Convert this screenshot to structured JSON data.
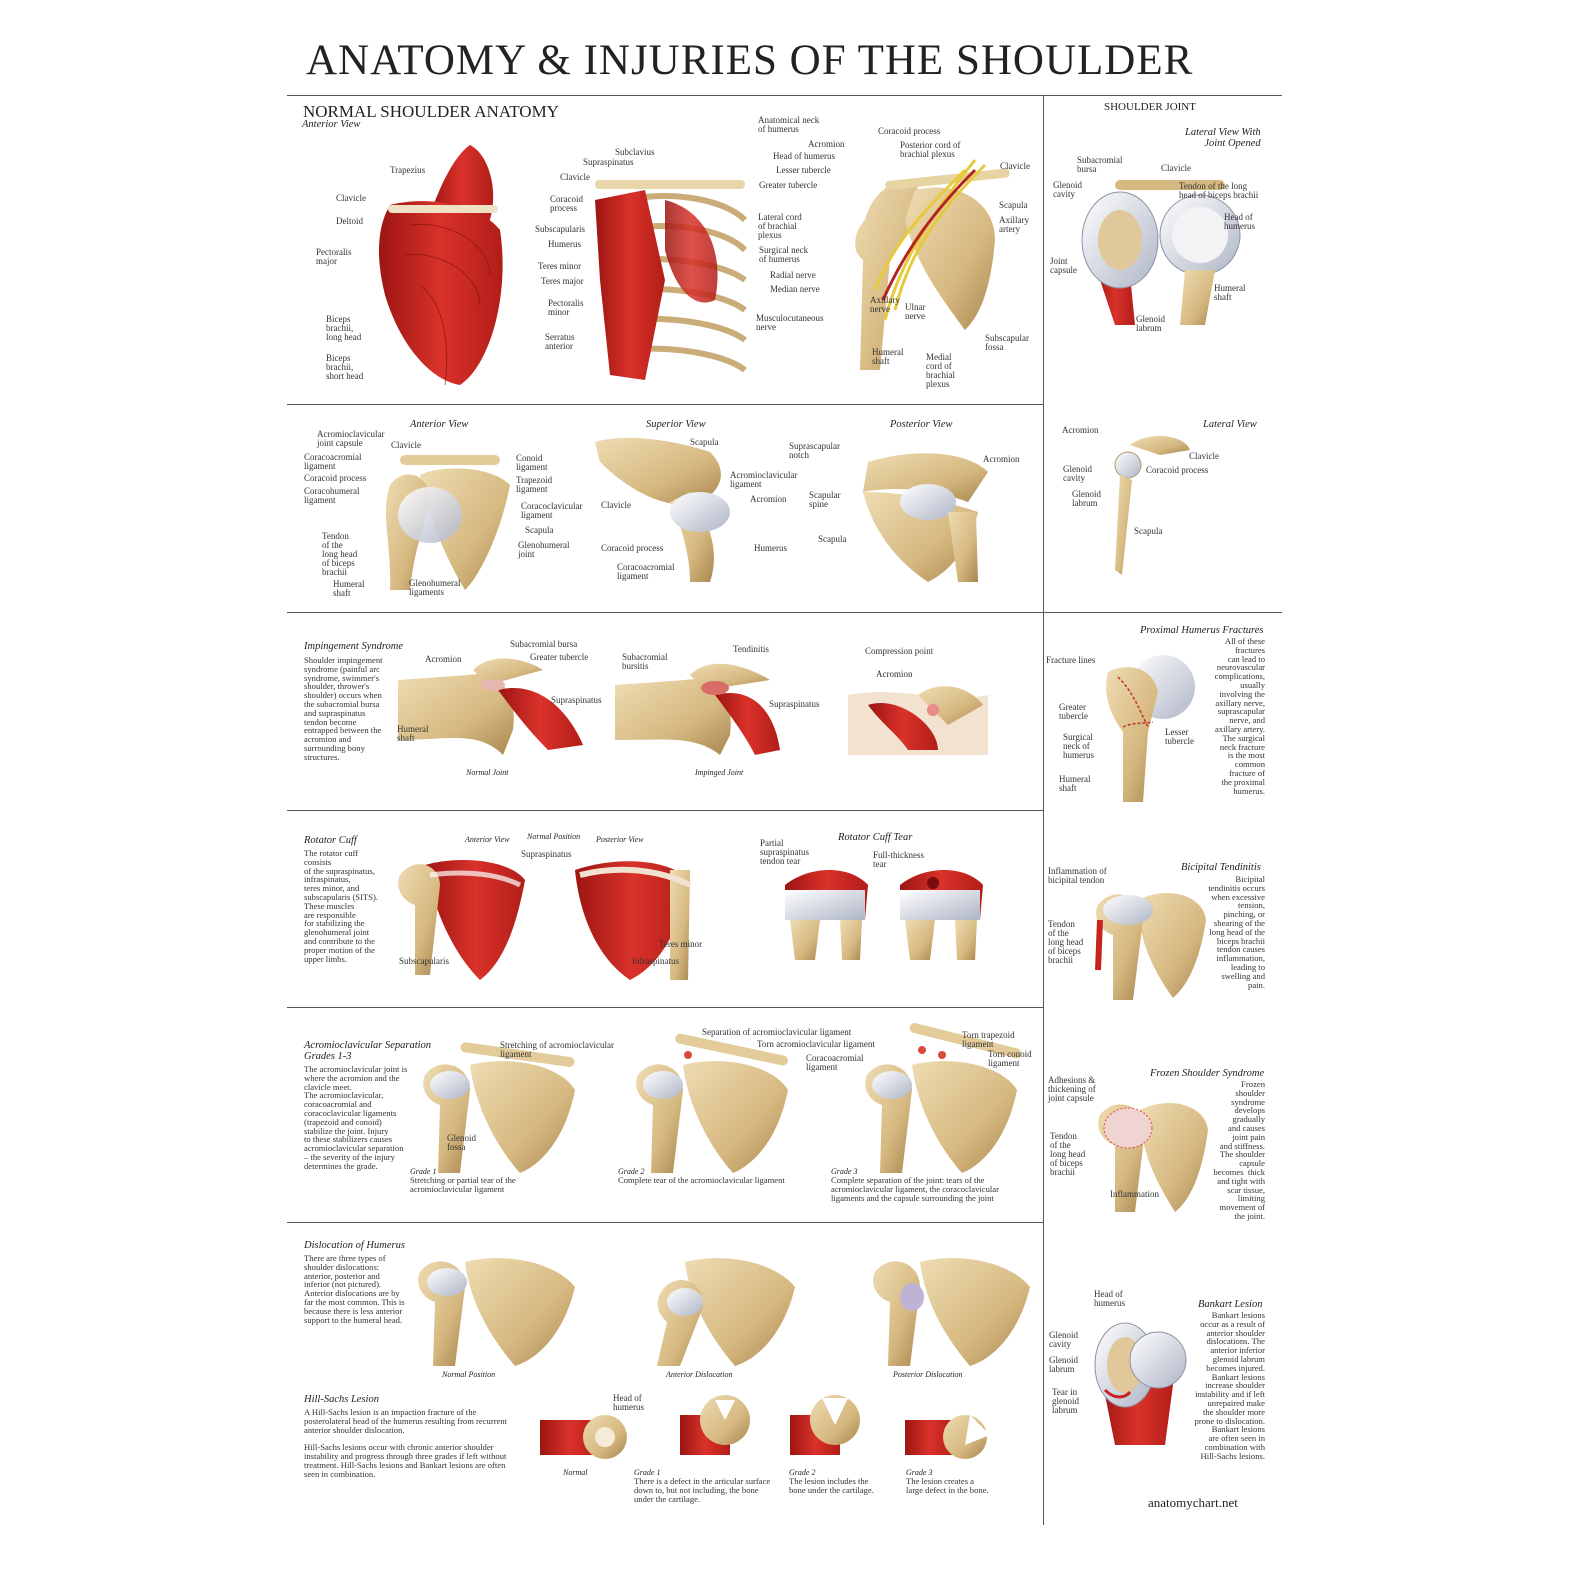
{
  "title": "ANATOMY & INJURIES OF THE SHOULDER",
  "colors": {
    "muscle": "#c8231f",
    "muscle_light": "#e65d4f",
    "bone": "#d9c08e",
    "bone_dark": "#b99a62",
    "cartilage": "#d8dce6",
    "nerve": "#e7c93c",
    "rule": "#555555"
  },
  "sections": {
    "normal_anatomy": {
      "title": "NORMAL SHOULDER ANATOMY",
      "view": "Anterior View",
      "muscles_left": [
        "Trapezius",
        "Clavicle",
        "Deltoid",
        "Pectoralis\nmajor",
        "Biceps\nbrachii,\nlong head",
        "Biceps\nbrachii,\nshort head"
      ],
      "muscles_mid": [
        "Subclavius",
        "Supraspinatus",
        "Clavicle",
        "Coracoid\nprocess",
        "Subscapularis",
        "Humerus",
        "Teres minor",
        "Teres major",
        "Pectoralis\nminor",
        "Serratus\nanterior"
      ],
      "nerves_left": [
        "Anatomical neck\nof humerus",
        "Acromion",
        "Head of humerus",
        "Lesser tubercle",
        "Greater tubercle",
        "Lateral cord\nof brachial\nplexus",
        "Surgical neck\nof humerus",
        "Radial nerve",
        "Median nerve",
        "Musculocutaneous\nnerve"
      ],
      "nerves_right": [
        "Coracoid process",
        "Posterior cord of\nbrachial plexus",
        "Clavicle",
        "Scapula",
        "Axillary\nartery",
        "Axillary\nnerve",
        "Ulnar\nnerve",
        "Humeral\nshaft",
        "Medial\ncord of\nbrachial\nplexus",
        "Subscapular\nfossa"
      ]
    },
    "shoulder_joint": {
      "title": "SHOULDER JOINT",
      "view": "Lateral View With\nJoint Opened",
      "labels": [
        "Subacromial\nbursa",
        "Clavicle",
        "Glenoid\ncavity",
        "Tendon of the long\nhead of biceps brachii",
        "Head of\nhumerus",
        "Joint\ncapsule",
        "Humeral\nshaft",
        "Glenoid\nlabrum"
      ]
    },
    "ligaments": {
      "anterior": {
        "view": "Anterior View",
        "labels": [
          "Acromioclavicular\njoint capsule",
          "Clavicle",
          "Coracoacromial\nligament",
          "Coracoid process",
          "Coracohumeral\nligament",
          "Conoid\nligament",
          "Trapezoid\nligament",
          "Coracoclavicular\nligament",
          "Scapula",
          "Tendon\nof the\nlong head\nof biceps\nbrachii",
          "Glenohumeral\njoint",
          "Humeral\nshaft",
          "Glenohumeral\nligaments"
        ]
      },
      "superior": {
        "view": "Superior View",
        "labels": [
          "Scapula",
          "Acromioclavicular\nligament",
          "Acromion",
          "Clavicle",
          "Coracoid process",
          "Humerus",
          "Coracoacromial\nligament"
        ]
      },
      "posterior": {
        "view": "Posterior View",
        "labels": [
          "Suprascapular\nnotch",
          "Acromion",
          "Scapular\nspine",
          "Scapula"
        ]
      },
      "lateral": {
        "view": "Lateral View",
        "labels": [
          "Acromion",
          "Clavicle",
          "Glenoid\ncavity",
          "Coracoid process",
          "Glenoid\nlabrum",
          "Scapula"
        ]
      }
    },
    "impingement": {
      "heading": "Impingement Syndrome",
      "text": "Shoulder impingement\nsyndrome (painful arc\nsyndrome, swimmer's\nshoulder, thrower's\nshoulder) occurs when\nthe subacromial bursa\nand supraspinatus\ntendon become\nentrapped between the\nacromion and\nsurrounding bony\nstructures.",
      "labels": [
        "Acromion",
        "Subacromial bursa",
        "Greater tubercle",
        "Supraspinatus",
        "Humeral\nshaft",
        "Subacromial\nbursitis",
        "Tendinitis",
        "Supraspinatus",
        "Compression point",
        "Acromion"
      ],
      "captions": [
        "Normal Joint",
        "Impinged Joint"
      ]
    },
    "proximal_fractures": {
      "heading": "Proximal Humerus Fractures",
      "text": "All of these\nfractures\ncan lead to\nneurovascular\ncomplications,\nusually\ninvolving the\naxillary nerve,\nsuprascapular\nnerve, and\naxillary artery.\nThe surgical\nneck fracture\nis the most\ncommon\nfracture of\nthe proximal\nhumerus.",
      "labels": [
        "Fracture lines",
        "Greater\ntubercle",
        "Surgical\nneck of\nhumerus",
        "Lesser\ntubercle",
        "Humeral\nshaft"
      ]
    },
    "rotator_cuff": {
      "heading": "Rotator Cuff",
      "text": "The rotator cuff\nconsists\nof the supraspinatus,\ninfraspinatus,\nteres minor, and\nsubscapularis (SITS).\nThese muscles\nare responsible\nfor stabilizing the\nglenohumeral joint\nand contribute to the\nproper motion of the\nupper limbs.",
      "views": [
        "Anterior View",
        "Normal Position",
        "Posterior View"
      ],
      "labels": [
        "Supraspinatus",
        "Subscapularis",
        "Teres minor",
        "Infraspinatus"
      ],
      "tear_heading": "Rotator Cuff Tear",
      "tear_labels": [
        "Partial\nsupraspinatus\ntendon tear",
        "Full-thickness\ntear"
      ]
    },
    "bicipital": {
      "heading": "Bicipital Tendinitis",
      "text": "Bicipital\ntendinitis occurs\nwhen excessive\ntension,\npinching, or\nshearing of the\nlong head of the\nbiceps brachii\ntendon causes\ninflammation,\nleading to\nswelling and\npain.",
      "labels": [
        "Inflammation of\nbicipital tendon",
        "Tendon\nof the\nlong head\nof biceps\nbrachii"
      ]
    },
    "ac_separation": {
      "heading": "Acromioclavicular Separation\nGrades 1-3",
      "text": "The acromioclavicular joint is\nwhere the acromion and the\nclavicle meet.\nThe acromioclavicular,\ncoracoacromial and\ncoracoclavicular ligaments\n(trapezoid and conoid)\nstabilize the joint. Injury\nto these stabilizers causes\nacromioclavicular separation\n– the severity of the injury\ndetermines the grade.",
      "labels": [
        "Stretching of acromioclavicular\nligament",
        "Glenoid\nfossa",
        "Separation of acromioclavicular ligament",
        "Torn acromioclavicular ligament",
        "Coracoacromial\nligament",
        "Torn trapezoid\nligament",
        "Torn conoid\nligament"
      ],
      "grades": [
        {
          "name": "Grade 1",
          "desc": "Stretching or partial tear of the\nacromioclavicular ligament"
        },
        {
          "name": "Grade 2",
          "desc": "Complete tear of the acromioclavicular ligament"
        },
        {
          "name": "Grade 3",
          "desc": "Complete separation of the joint: tears of the\nacromioclavicular ligament, the coracoclavicular\nligaments and the capsule surrounding the joint"
        }
      ]
    },
    "frozen": {
      "heading": "Frozen Shoulder Syndrome",
      "text": "Frozen\nshoulder\nsyndrome\ndevelops\ngradually\nand causes\njoint pain\nand stiffness.\nThe shoulder\ncapsule\nbecomes  thick\nand tight with\nscar tissue,\nlimiting\nmovement of\nthe joint.",
      "labels": [
        "Adhesions &\nthickening of\njoint capsule",
        "Tendon\nof the\nlong head\nof biceps\nbrachii",
        "Inflammation"
      ]
    },
    "dislocation": {
      "heading": "Dislocation of Humerus",
      "text": "There are three types of\nshoulder dislocations:\nanterior, posterior and\ninferior (not pictured).\nAnterior dislocations are by\nfar the most common. This is\nbecause there is less anterior\nsupport to the humeral head.",
      "captions": [
        "Normal Position",
        "Anterior Dislocation",
        "Posterior Dislocation"
      ]
    },
    "hill_sachs": {
      "heading": "Hill-Sachs Lesion",
      "text": "A Hill-Sachs lesion is an impaction fracture of the\nposterolateral head of the humerus resulting from recurrent\nanterior shoulder dislocation.\n\nHill-Sachs lesions occur with chronic anterior shoulder\ninstability and progress through three grades if left without\ntreatment. Hill-Sachs lesions and Bankart lesions are often\nseen in combination.",
      "label": "Head of\nhumerus",
      "normal": "Normal",
      "grades": [
        {
          "name": "Grade 1",
          "desc": "There is a defect in the articular surface\ndown to, but not including, the bone\nunder the cartilage."
        },
        {
          "name": "Grade 2",
          "desc": "The lesion includes the\nbone under the cartilage."
        },
        {
          "name": "Grade 3",
          "desc": "The lesion creates a\nlarge defect in the bone."
        }
      ]
    },
    "bankart": {
      "heading": "Bankart Lesion",
      "text": "Bankart lesions\noccur as a result of\nanterior shoulder\ndislocations. The\nanterior inferior\nglenoid labrum\nbecomes injured.\nBankart lesions\nincrease shoulder\ninstability and if left\nunrepaired make\nthe shoulder more\nprone to dislocation.\nBankart lesions\nare often seen in\ncombination with\nHill-Sachs lesions.",
      "labels": [
        "Head of\nhumerus",
        "Glenoid\ncavity",
        "Glenoid\nlabrum",
        "Tear in\nglenoid\nlabrum"
      ]
    }
  },
  "footer": "anatomychart.net"
}
